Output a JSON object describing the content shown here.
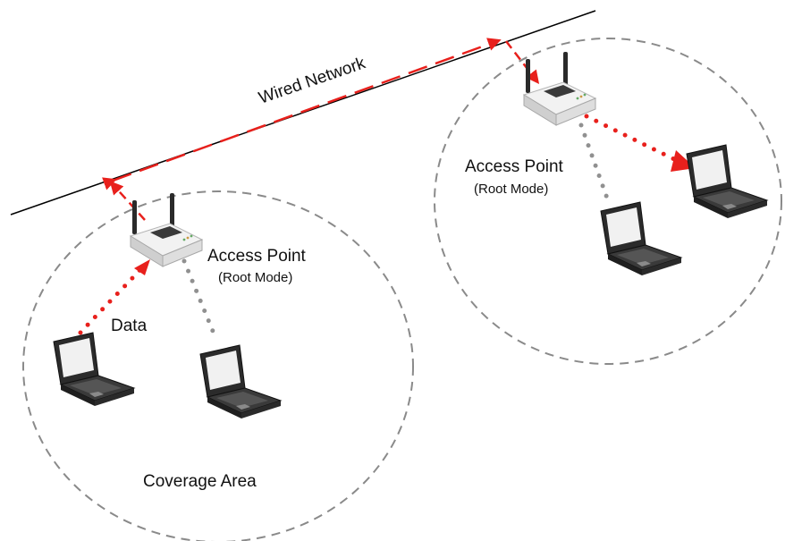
{
  "labels": {
    "wired_network": "Wired Network",
    "access_point_left": "Access Point",
    "root_mode_left": "(Root Mode)",
    "access_point_right": "Access Point",
    "root_mode_right": "(Root Mode)",
    "data": "Data",
    "coverage_area": "Coverage Area"
  },
  "colors": {
    "data_flow": "#e8201c",
    "idle_link": "#909090",
    "coverage_boundary": "#8a8a8a",
    "wire": "#000000",
    "device_body": "#e6e6e6",
    "laptop_body": "#2b2b2b"
  },
  "icons": {
    "access_point": "wireless-router-icon",
    "client": "laptop-icon"
  }
}
